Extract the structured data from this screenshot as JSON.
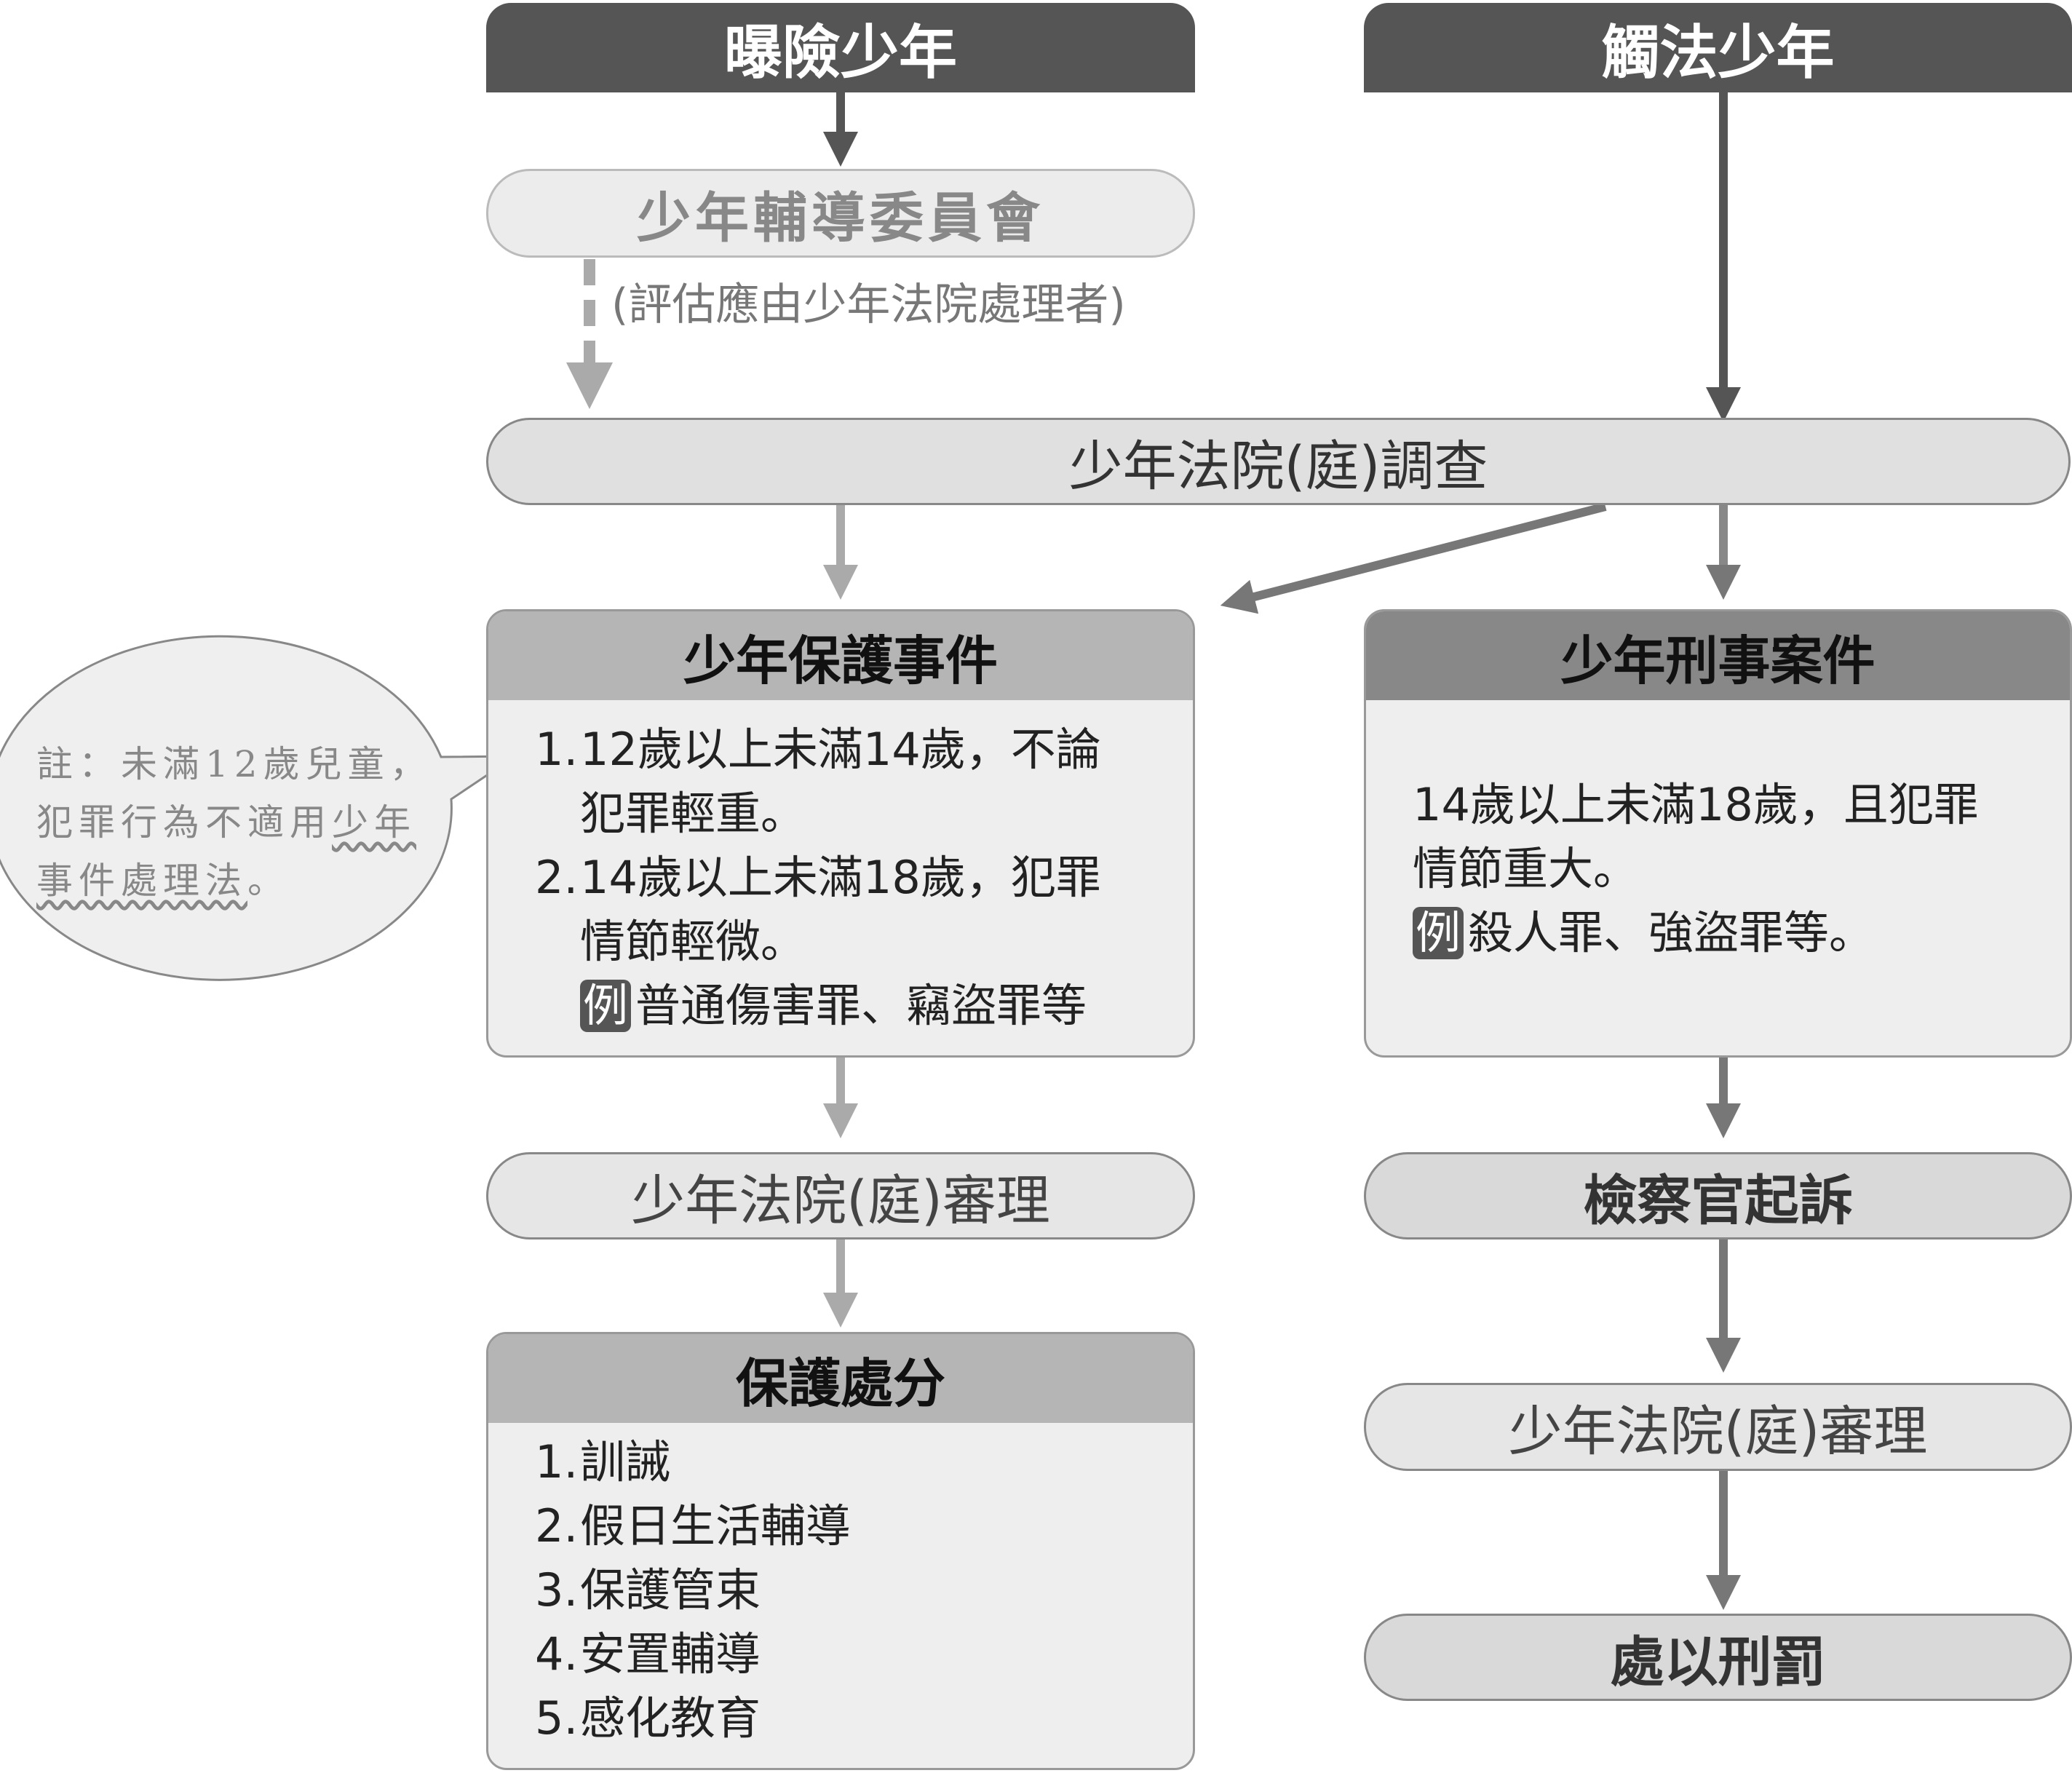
{
  "top": {
    "left": "曝險少年",
    "right": "觸法少年"
  },
  "committee": {
    "label": "少年輔導委員會",
    "note": "(評估應由少年法院處理者)"
  },
  "investigation": "少年法院(庭)調查",
  "protection_case": {
    "title": "少年保護事件",
    "items": [
      {
        "num": "1.",
        "line1": "12歲以上未滿14歲，不論",
        "line2": "犯罪輕重。"
      },
      {
        "num": "2.",
        "line1": "14歲以上未滿18歲，犯罪",
        "line2": "情節輕微。"
      }
    ],
    "example_badge": "例",
    "example": "普通傷害罪、竊盜罪等"
  },
  "criminal_case": {
    "title": "少年刑事案件",
    "line1": "14歲以上未滿18歲，且犯罪",
    "line2": "情節重大。",
    "example_badge": "例",
    "example": "殺人罪、強盜罪等。"
  },
  "note_bubble": {
    "line1": "註：未滿12歲兒童，",
    "line2a": "犯罪行為不適用",
    "line2b": "少年",
    "line3a": "事件處理法",
    "line3b": "。"
  },
  "left_trial": "少年法院(庭)審理",
  "prosecution": "檢察官起訴",
  "right_trial": "少年法院(庭)審理",
  "punishment": "處以刑罰",
  "disposition": {
    "title": "保護處分",
    "items": [
      {
        "num": "1.",
        "text": "訓誡"
      },
      {
        "num": "2.",
        "text": "假日生活輔導"
      },
      {
        "num": "3.",
        "text": "保護管束"
      },
      {
        "num": "4.",
        "text": "安置輔導"
      },
      {
        "num": "5.",
        "text": "感化教育"
      }
    ]
  }
}
